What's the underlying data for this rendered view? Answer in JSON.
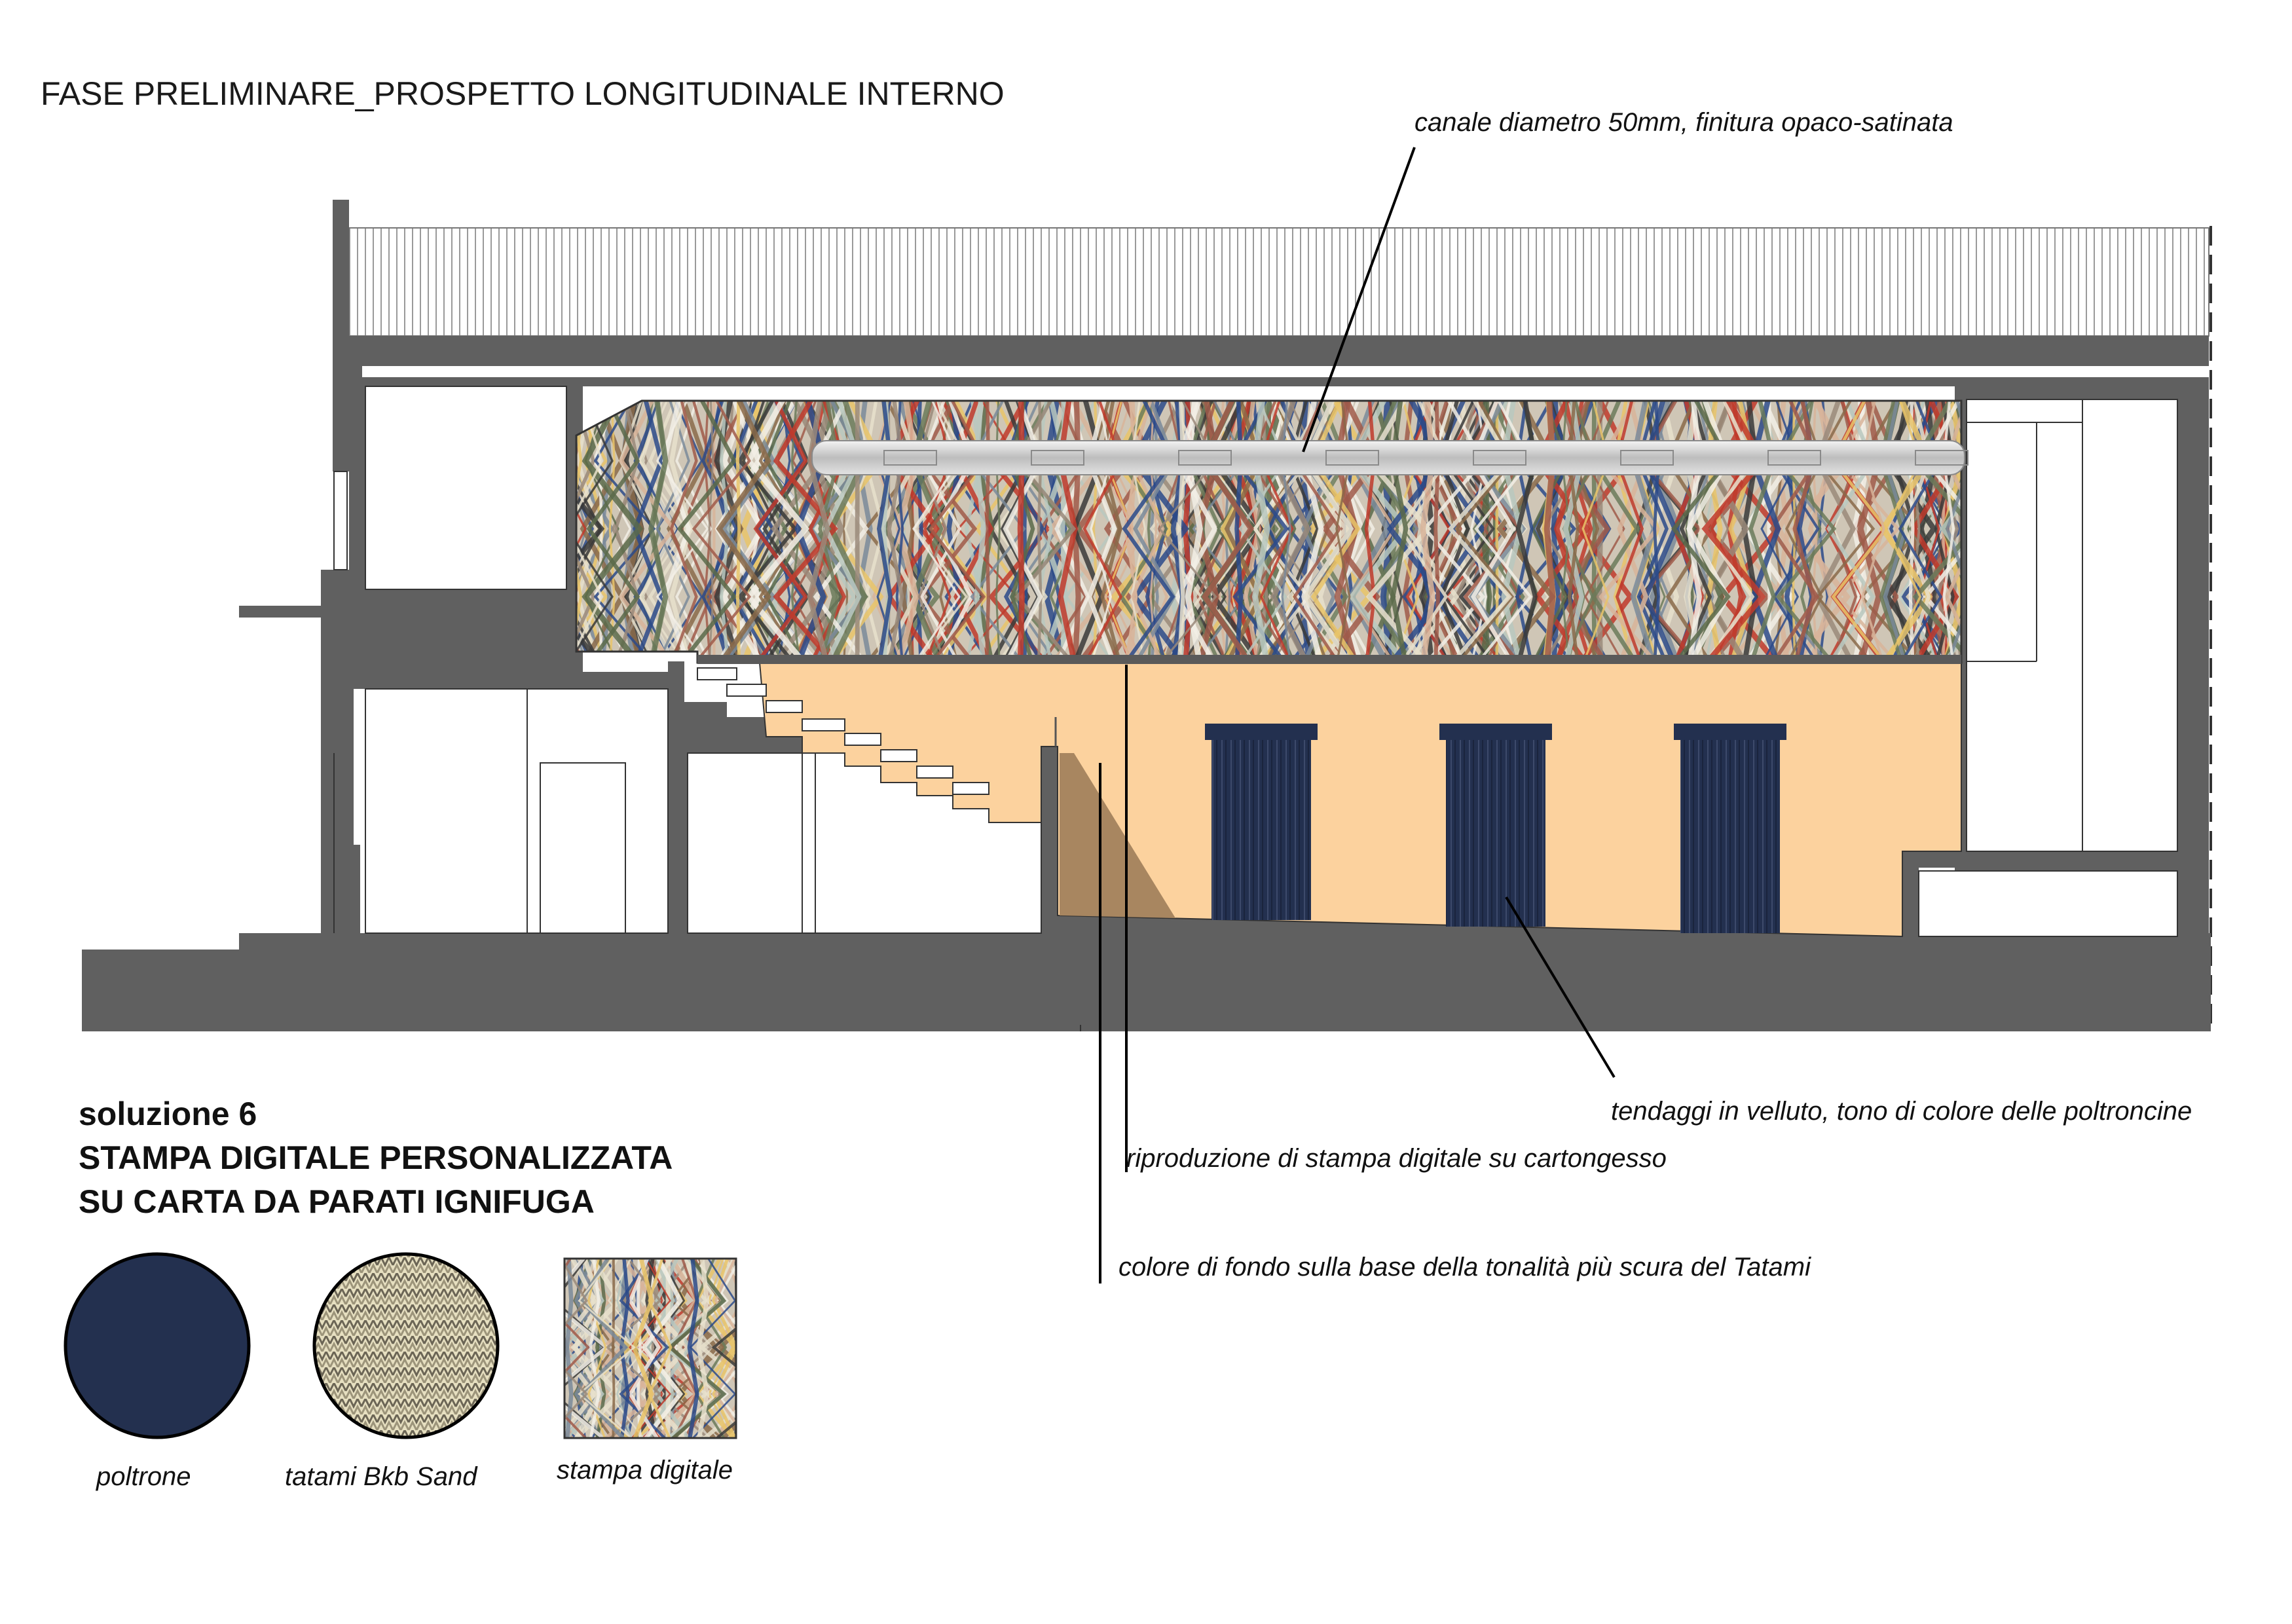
{
  "title": "FASE PRELIMINARE_PROSPETTO LONGITUDINALE INTERNO",
  "annotations": {
    "canale": "canale diametro 50mm, finitura opaco-satinata",
    "tendaggi": "tendaggi in velluto, tono di colore delle poltroncine",
    "riproduzione": "riproduzione di stampa digitale su cartongesso",
    "colore_fondo": "colore di fondo sulla base della tonalità più scura del Tatami"
  },
  "solution": {
    "number": "soluzione 6",
    "line1": "STAMPA DIGITALE PERSONALIZZATA",
    "line2": "SU CARTA DA PARATI IGNIFUGA"
  },
  "swatches": [
    {
      "label": "poltrone",
      "color": "#23304f"
    },
    {
      "label": "tatami Bkb Sand",
      "color": "#c8c0a0"
    },
    {
      "label": "stampa digitale",
      "color": "#8a7a6a"
    }
  ],
  "colors": {
    "wall": "#606060",
    "orange_wall": "#fcd29e",
    "curtain": "#23304f",
    "shadow": "#a88660",
    "pipe": "#c9c9c9"
  }
}
